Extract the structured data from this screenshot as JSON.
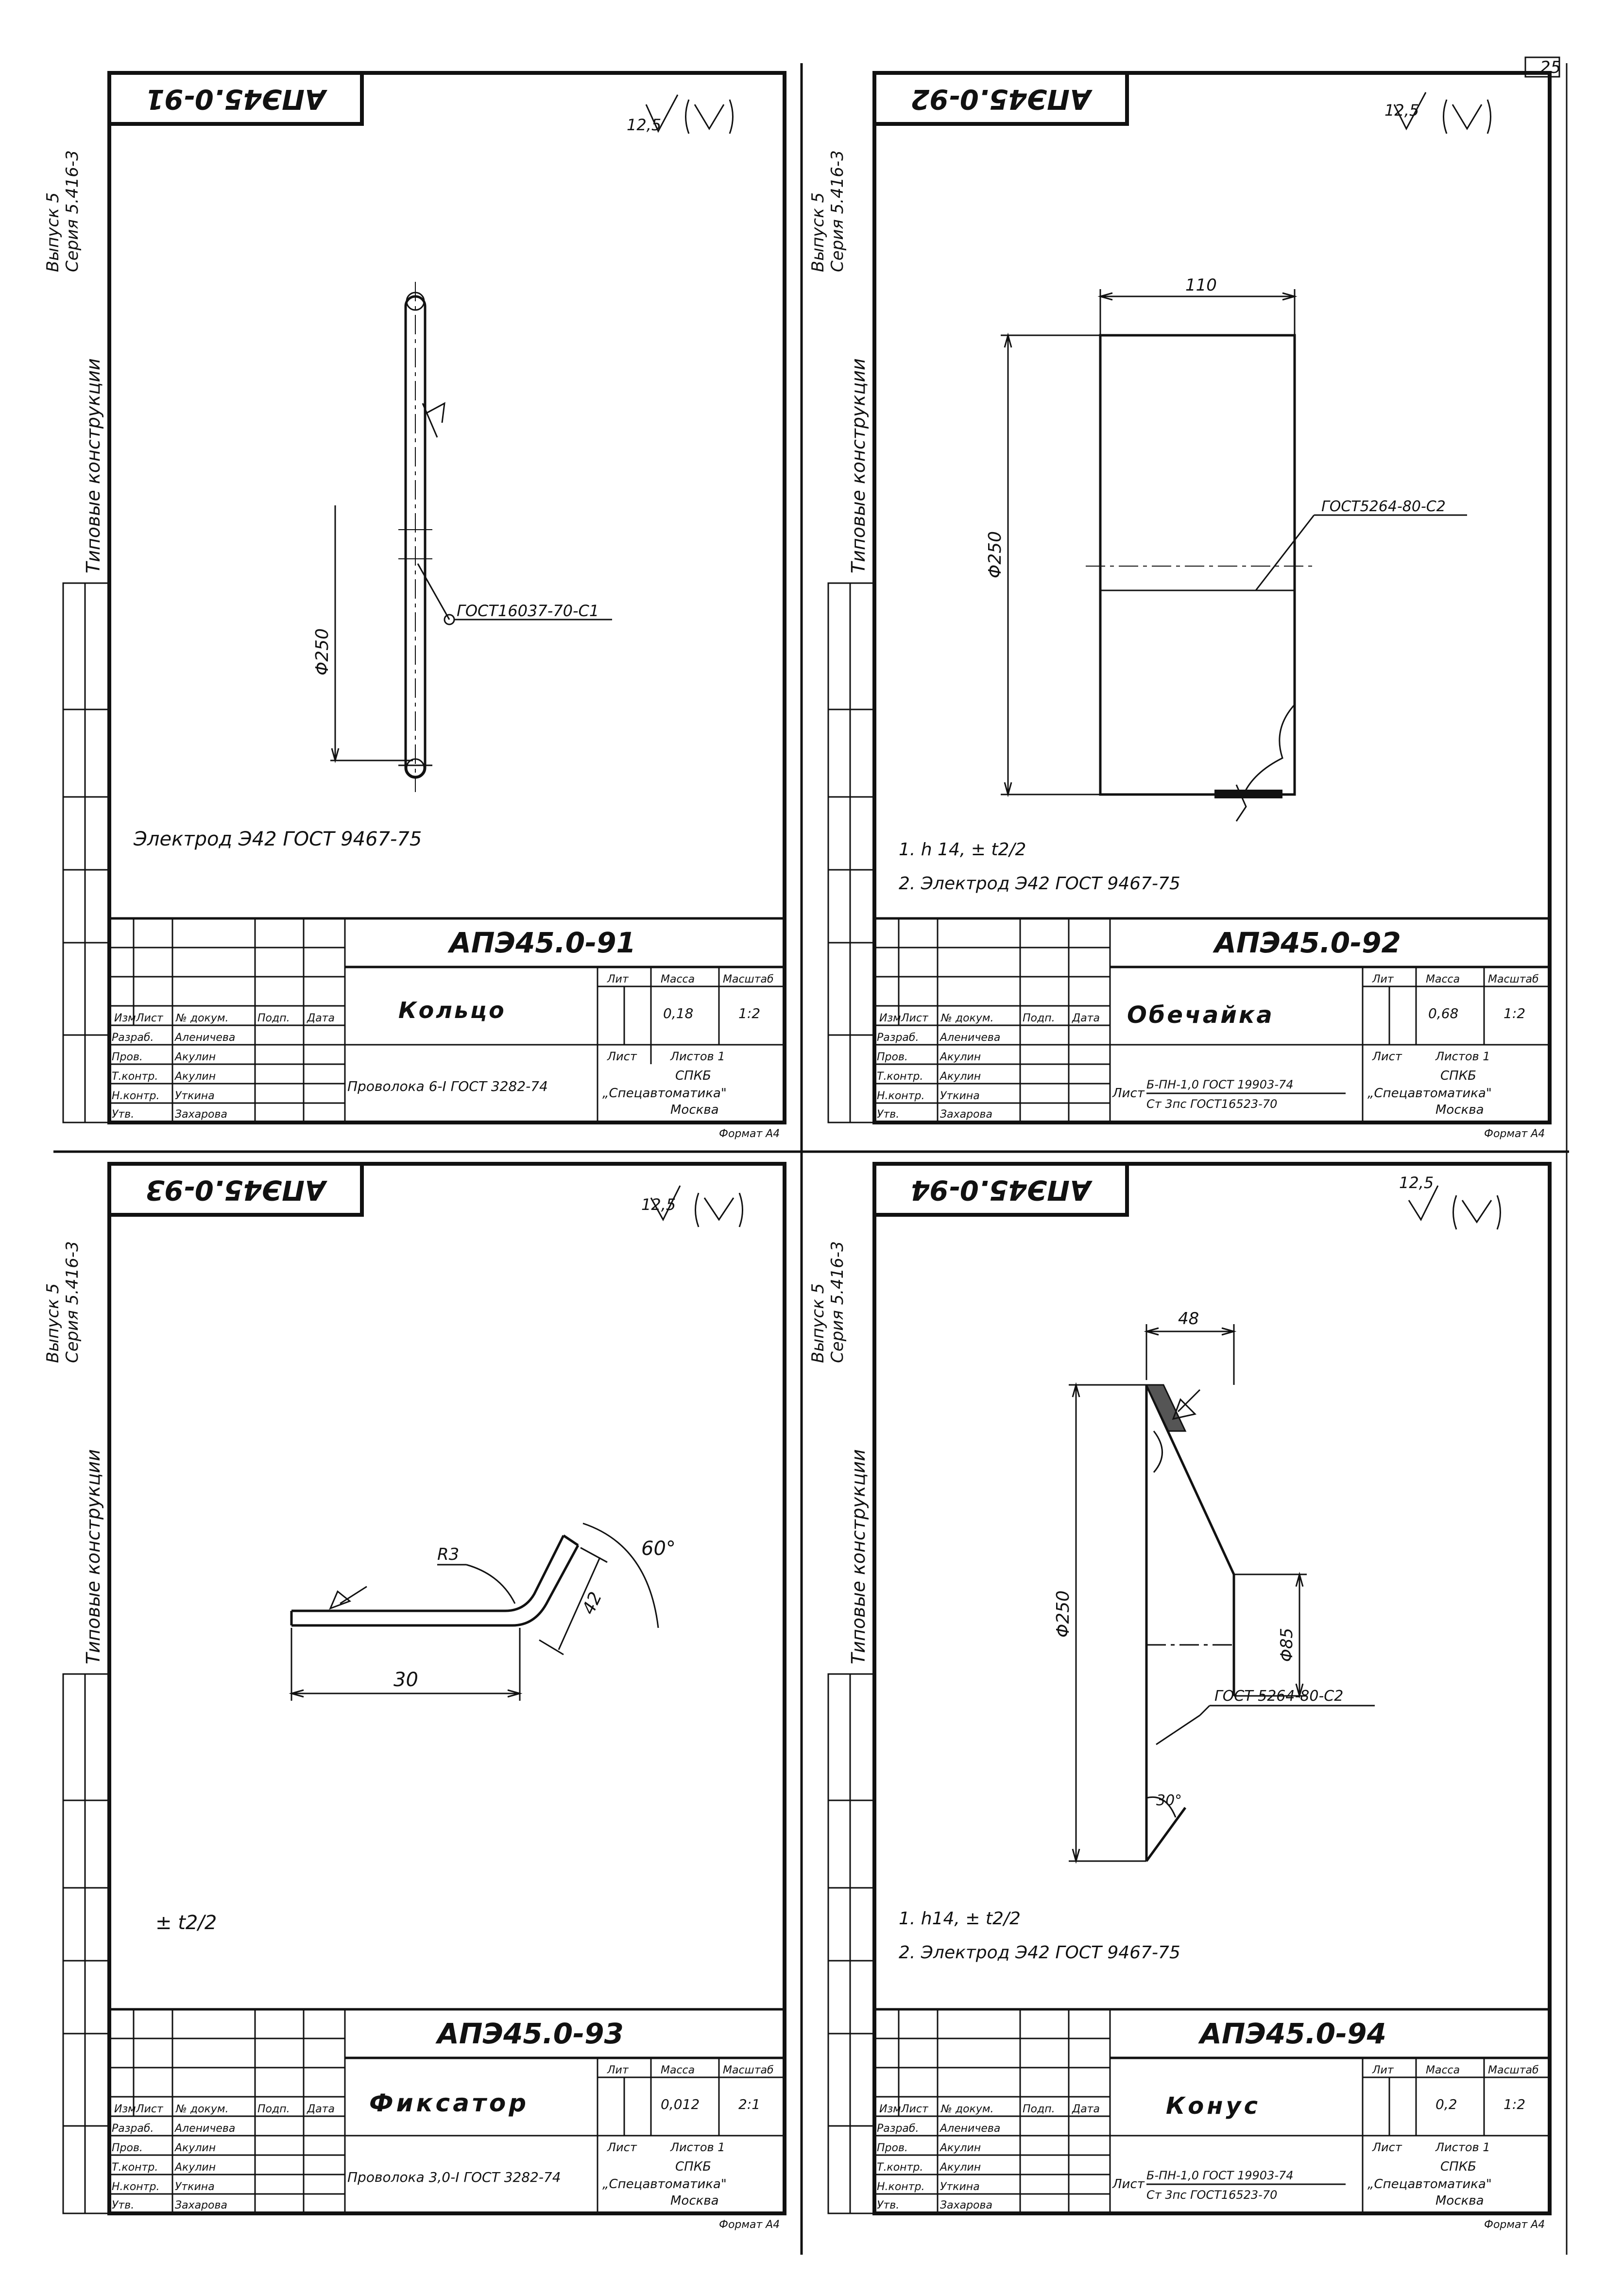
{
  "page_number": "25",
  "margin": {
    "series_text": "Серия 5.416-3",
    "issue_text": "Выпуск 5",
    "typical_text": "Типовые конструкции"
  },
  "stamp_labels": {
    "izm": "Изм",
    "list": "Лист",
    "doc": "№ докум.",
    "sign": "Подп.",
    "date": "Дата",
    "razrab": "Разраб.",
    "prov": "Пров.",
    "tkontr": "Т.контр.",
    "nkontr": "Н.контр.",
    "utv": "Утв.",
    "lit": "Лит",
    "massa": "Масса",
    "masshtab": "Масштаб",
    "list_of": "Лист",
    "listov": "Листов 1",
    "format": "Формат А4"
  },
  "people": {
    "razrab": "Аленичева",
    "prov": "Акулин",
    "tkontr": "Акулин",
    "nkontr": "Уткина",
    "utv": "Захарова"
  },
  "org": {
    "line1": "СПКБ",
    "line2": "„Спецавтоматика\"",
    "line3": "Москва"
  },
  "sheets": [
    {
      "code_top": "АПЭ45.0-91",
      "code": "АПЭ45.0-91",
      "roughness": "12,5",
      "title": "Кольцо",
      "mass": "0,18",
      "scale": "1:2",
      "material": "Проволока 6-I ГОСТ 3282-74",
      "dims": {
        "diameter": "Φ250",
        "standard": "ГОСТ16037-70-С1"
      },
      "notes": [
        "Электрод Э42 ГОСТ 9467-75"
      ]
    },
    {
      "code_top": "АПЭ45.0-92",
      "code": "АПЭ45.0-92",
      "roughness": "12,5",
      "title": "Обечайка",
      "mass": "0,68",
      "scale": "1:2",
      "material_l1": "Б-ПН-1,0 ГОСТ 19903-74",
      "material_l2": "Ст 3пс ГОСТ16523-70",
      "material_prefix": "Лист",
      "dims": {
        "width": "110",
        "diameter": "Φ250",
        "standard": "ГОСТ5264-80-С2"
      },
      "notes": [
        "1. h 14, ± t2/2",
        "2. Электрод Э42 ГОСТ 9467-75"
      ]
    },
    {
      "code_top": "АПЭ45.0-93",
      "code": "АПЭ45.0-93",
      "roughness": "12,5",
      "title": "Фиксатор",
      "mass": "0,012",
      "scale": "2:1",
      "material": "Проволока 3,0-I ГОСТ 3282-74",
      "dims": {
        "radius": "R3",
        "angle": "60°",
        "len1": "30",
        "len2": "42"
      },
      "notes": [
        "± t2/2"
      ]
    },
    {
      "code_top": "АПЭ45.0-94",
      "code": "АПЭ45.0-94",
      "roughness": "12,5",
      "title": "Конус",
      "mass": "0,2",
      "scale": "1:2",
      "material_l1": "Б-ПН-1,0 ГОСТ 19903-74",
      "material_l2": "Ст 3пс ГОСТ16523-70",
      "material_prefix": "Лист",
      "dims": {
        "top": "48",
        "diameter": "Φ250",
        "small_d": "Φ85",
        "angle": "30°",
        "standard": "ГОСТ 5264-80-С2"
      },
      "notes": [
        "1. h14, ± t2/2",
        "2. Электрод Э42 ГОСТ 9467-75"
      ]
    }
  ]
}
